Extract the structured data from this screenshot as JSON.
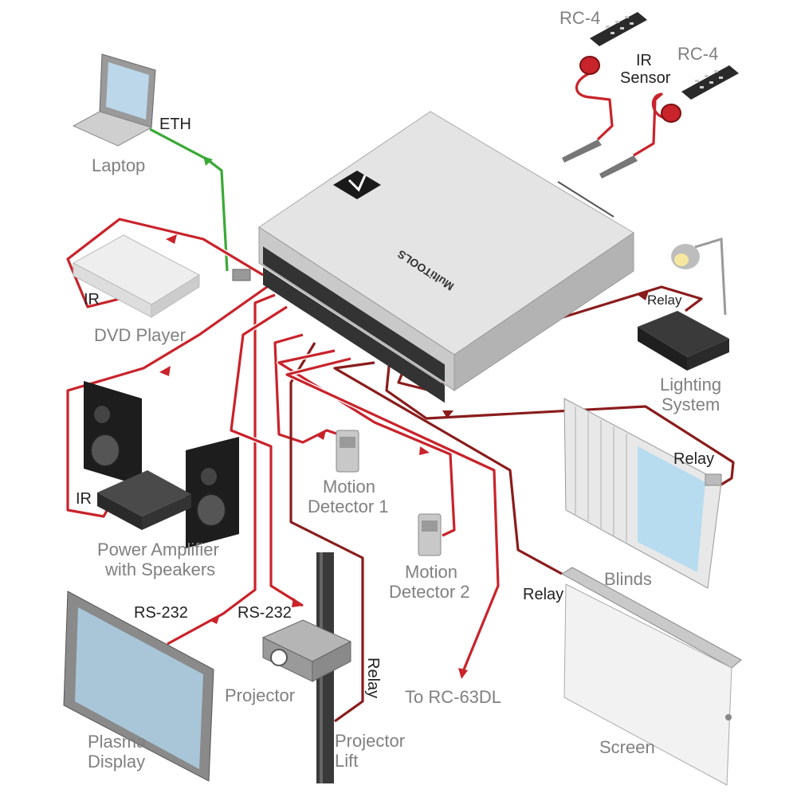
{
  "colors": {
    "cable_red": "#c9232b",
    "cable_dark_red": "#8a1c1c",
    "cable_green": "#3aa935",
    "label_gray": "#808080"
  },
  "central_unit": {
    "brand_text": "MultiTOOLS"
  },
  "labels": {
    "rc4_a": "RC-4",
    "rc4_b": "RC-4",
    "ir_sensor_line1": "IR",
    "ir_sensor_line2": "Sensor",
    "eth": "ETH",
    "laptop": "Laptop",
    "ir_dvd": "IR",
    "dvd_player": "DVD Player",
    "relay_lighting": "Relay",
    "lighting_line1": "Lighting",
    "lighting_line2": "System",
    "relay_blinds": "Relay",
    "ir_amp": "IR",
    "amp_line1": "Power Amplifier",
    "amp_line2": "with Speakers",
    "motion1_line1": "Motion",
    "motion1_line2": "Detector 1",
    "motion2_line1": "Motion",
    "motion2_line2": "Detector 2",
    "blinds": "Blinds",
    "relay_screen": "Relay",
    "rs232_display": "RS-232",
    "rs232_projector": "RS-232",
    "relay_lift": "Relay",
    "projector": "Projector",
    "to_rc63dl": "To RC-63DL",
    "plasma_line1": "Plasma",
    "plasma_line2": "Display",
    "lift_line1": "Projector",
    "lift_line2": "Lift",
    "screen": "Screen"
  },
  "icons": [
    "kramer-logo-icon",
    "remote-control-icon",
    "ir-sensor-icon",
    "laptop-icon",
    "dvd-player-icon",
    "lamp-icon",
    "speaker-icon",
    "amplifier-icon",
    "motion-detector-icon",
    "blinds-icon",
    "projection-screen-icon",
    "plasma-display-icon",
    "projector-icon",
    "projector-lift-icon"
  ]
}
